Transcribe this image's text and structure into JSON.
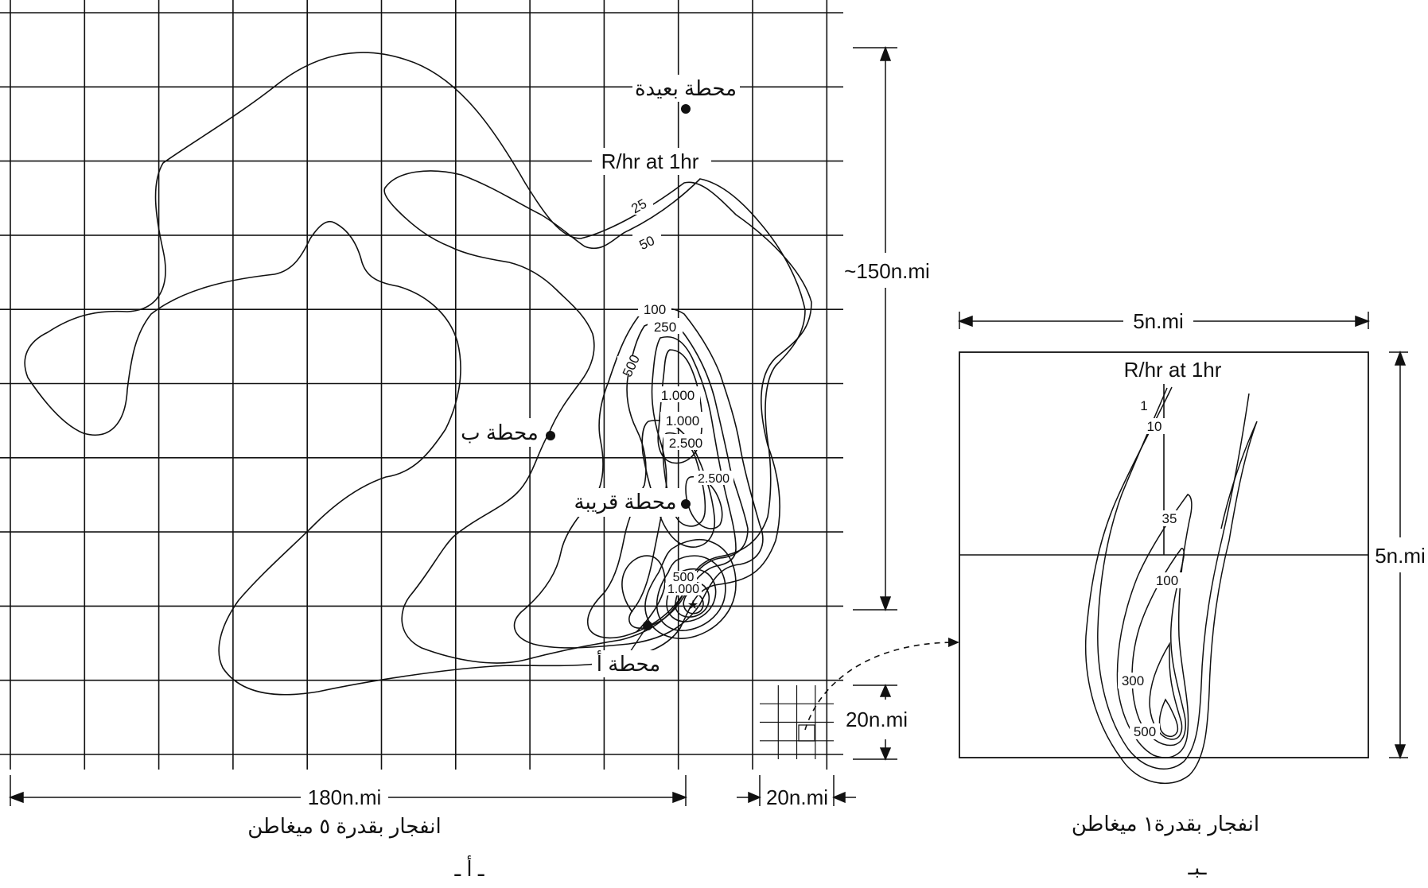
{
  "panel_a": {
    "stations": {
      "far": "محطة بعيدة",
      "b": "محطة ب",
      "near": "محطة قريبة",
      "a": "محطة أ"
    },
    "rhr_label": "R/hr at 1hr",
    "contours": {
      "c25": "25",
      "c50": "50",
      "c100": "100",
      "c250": "250",
      "c500": "500",
      "c1000a": "1.000",
      "c1000b": "1.000",
      "c2500a": "2.500",
      "c2500b": "2.500",
      "c500b": "500",
      "c1000c": "1.000"
    },
    "dim_height": "~150n.mi",
    "dim_width": "180n.mi",
    "dim_small_h": "20n.mi",
    "dim_small_w": "20n.mi",
    "caption": "انفجار بقدرة ٥ ميغاطن",
    "tag": "ـ أ ـ"
  },
  "panel_b": {
    "dim_top": "5n.mi",
    "dim_right": "5n.mi",
    "rhr_label": "R/hr at 1hr",
    "contours": {
      "c1": "1",
      "c10": "10",
      "c35": "35",
      "c100": "100",
      "c300": "300",
      "c500": "500"
    },
    "caption": "انفجار بقدرة١ ميغاطن",
    "tag": "ـبـ"
  }
}
